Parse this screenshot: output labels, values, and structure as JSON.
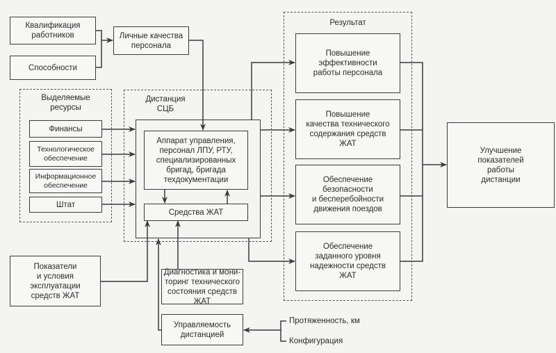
{
  "inputs": {
    "qualification": "Квалификация\nработников",
    "abilities": "Способности",
    "personal_qualities": "Личные качества\nперсонала"
  },
  "resources": {
    "title": "Выделяемые\nресурсы",
    "items": [
      "Финансы",
      "Технологическое\nобеспечение",
      "Информационное\nобеспечение",
      "Штат"
    ]
  },
  "distance": {
    "title": "Дистанция\nСЦБ",
    "apparatus": "Аппарат управления,\nперсонал ЛПУ, РТУ,\nспециализированных\nбригад, бригада\nтехдокументации",
    "equipment": "Средства ЖАТ"
  },
  "result": {
    "title": "Результат",
    "items": [
      "Повышение\nэффективности\nработы персонала",
      "Повышение\nкачества технического\nсодержания средств\nЖАТ",
      "Обеспечение\nбезопасности\nи бесперебойности\nдвижения поездов",
      "Обеспечение\nзаданного уровня\nнадежности средств\nЖАТ"
    ]
  },
  "outcome": "Улучшение\nпоказателей\nработы\nдистанции",
  "indicators": "Показатели\nи условия\nэксплуатации\nсредств ЖАТ",
  "diagnostics": "Диагностика и мони-\nторинг технического\nсостояния средств ЖАТ",
  "manageability": "Управляемость\nдистанцией",
  "factors": [
    "Протяженность, км",
    "Конфигурация"
  ]
}
